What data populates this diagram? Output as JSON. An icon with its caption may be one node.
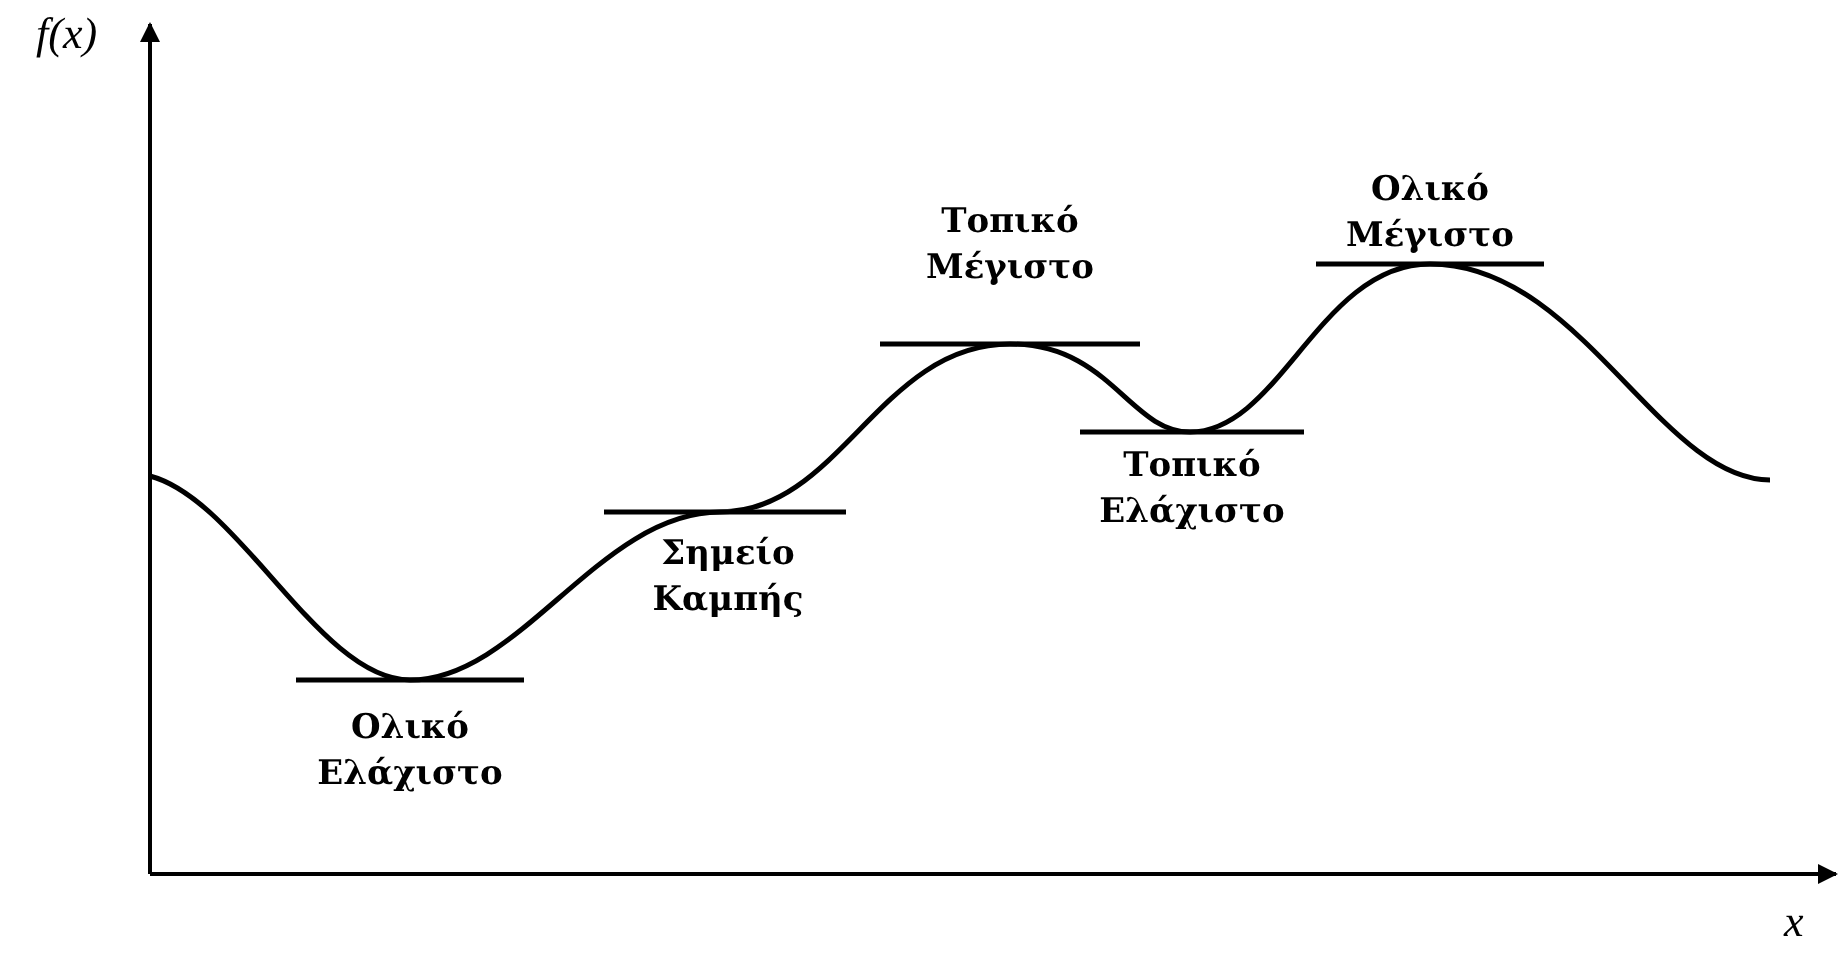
{
  "diagram": {
    "labels": [
      "f(x)",
      "Ολικό Μέγιστο",
      "Τοπικό Μέγιστο",
      "Τοπικό Ελάχιστο",
      "Σημείο Καμπής",
      "Ολικό Ελάχιστο",
      "x"
    ]
  }
}
